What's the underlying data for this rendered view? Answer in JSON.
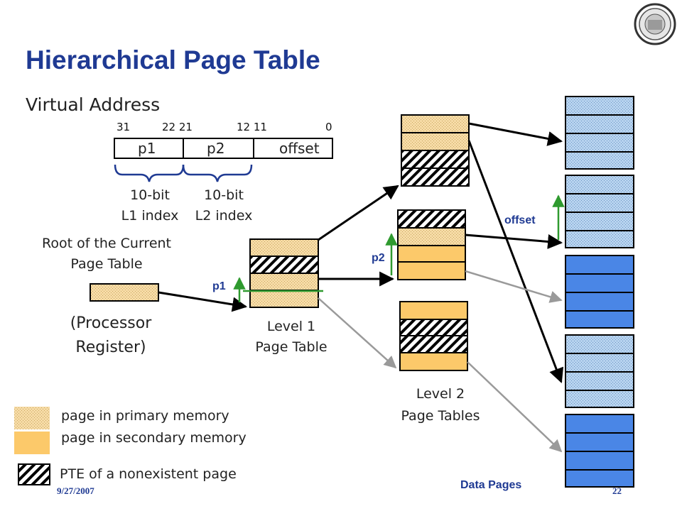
{
  "slide": {
    "title": "Hierarchical Page Table",
    "virtual_address_label": "Virtual Address",
    "bit_positions": [
      "31",
      "22 21",
      "12 11",
      "0"
    ],
    "fields": [
      "p1",
      "p2",
      "offset"
    ],
    "index_labels": [
      "10-bit\nL1 index",
      "10-bit\nL2 index"
    ],
    "root_label": "Root of the Current\nPage Table",
    "processor_register_label": "(Processor\nRegister)",
    "level1_label": "Level 1\nPage Table",
    "level2_label": "Level 2\nPage Tables",
    "p1_label": "p1",
    "p2_label": "p2",
    "offset_label": "offset",
    "data_pages_label": "Data Pages",
    "footer_date": "9/27/2007",
    "page_number": "22"
  },
  "legend": [
    {
      "pattern": "primary",
      "label": "page in primary memory"
    },
    {
      "pattern": "secondary",
      "label": "page in secondary memory"
    },
    {
      "pattern": "nonexistent",
      "label": "PTE of a nonexistent page"
    }
  ],
  "colors": {
    "title": "#1f3a93",
    "primary_fill": "#f6dba6",
    "secondary_fill": "#fcc96a",
    "data_page_light": "#b7d3ef",
    "data_page_dark": "#4a86e6",
    "green_arrow": "#2f9a2f",
    "gray_arrow": "#9a9a9a"
  }
}
